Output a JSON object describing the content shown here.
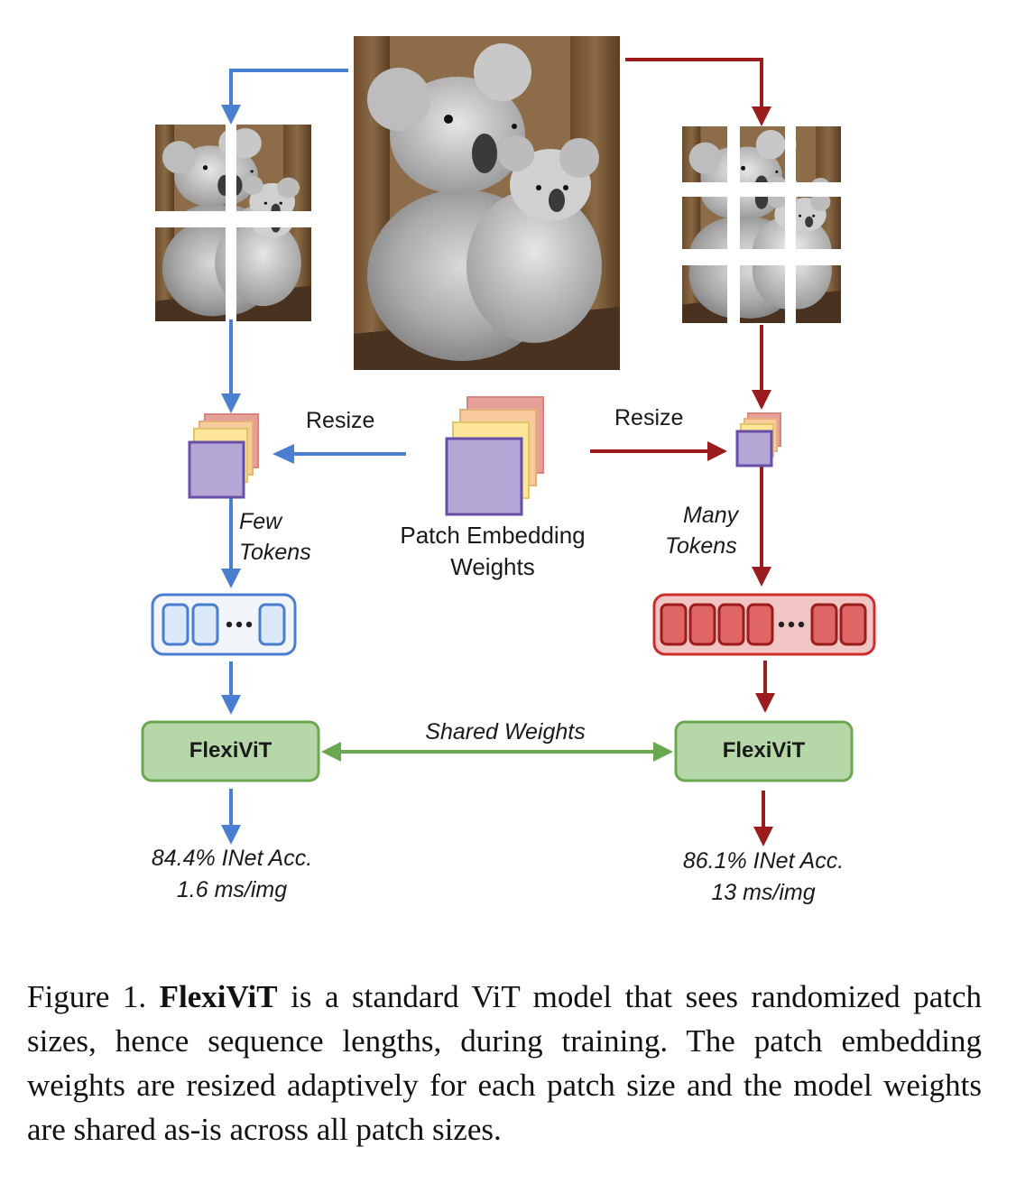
{
  "figure": {
    "image": {
      "subject": "koala mother and baby photo",
      "icon": "koala-photo"
    },
    "left_branch": {
      "color": "#4a7fcf",
      "resize_label": "Resize",
      "tokens_label_line1": "Few",
      "tokens_label_line2": "Tokens",
      "model_label": "FlexiViT",
      "acc_line1": "84.4% INet Acc.",
      "acc_line2": "1.6 ms/img",
      "patch_grid": "2x2",
      "token_count_shown": 3
    },
    "right_branch": {
      "color": "#9b1c1c",
      "resize_label": "Resize",
      "tokens_label_line1": "Many",
      "tokens_label_line2": "Tokens",
      "model_label": "FlexiViT",
      "acc_line1": "86.1% INet Acc.",
      "acc_line2": "13 ms/img",
      "patch_grid": "3x3",
      "token_count_shown": 6
    },
    "center": {
      "weights_label_line1": "Patch Embedding",
      "weights_label_line2": "Weights",
      "shared_label": "Shared Weights",
      "shared_color": "#6aa84f"
    },
    "colors": {
      "model_fill": "#b6d7a8",
      "model_stroke": "#6aa84f",
      "weight_front": "#b4a7d6",
      "weight_stroke": "#674ea7",
      "weight_layers": [
        "#e6a09a",
        "#f9cb9c",
        "#ffe599"
      ],
      "token_blue_fill": "#dae8f7",
      "token_red_fill": "#e06666"
    }
  },
  "caption": {
    "prefix": "Figure 1. ",
    "bold": "FlexiViT",
    "text": " is a standard ViT model that sees randomized patch sizes, hence sequence lengths, during training.  The patch embedding weights are resized adaptively for each patch size and the model weights are shared as-is across all patch sizes."
  }
}
